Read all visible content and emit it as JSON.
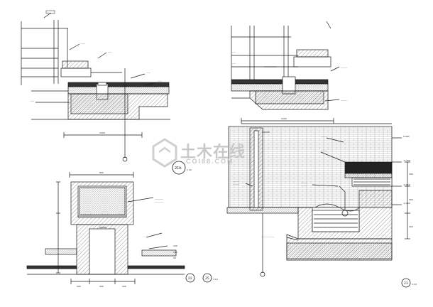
{
  "drawing": {
    "details": [
      {
        "key": "21b",
        "scale": "1:10"
      },
      {
        "key": "22",
        "scale": ""
      },
      {
        "key": "25",
        "scale": "1:10"
      },
      {
        "key": "23",
        "scale": "1:10"
      }
    ],
    "dimensions": {
      "detail_a_width": "1000",
      "planter_top_width": "800",
      "planter_bottom": [
        "200",
        "400",
        "200"
      ],
      "right_top_width": "1000",
      "right_elevations": [
        "0.000",
        "-0.300",
        "-0.600",
        "-0.900"
      ],
      "right_right_dims": [
        "300",
        "300",
        "400"
      ],
      "small_numbers": [
        "100",
        "150",
        "50"
      ]
    },
    "colors": {
      "line": "#1a1a1a",
      "hatch": "#555555",
      "watermark": "#c8c8c8"
    }
  },
  "watermark": {
    "brand": "土木在线",
    "sub": "COI88.COM"
  }
}
